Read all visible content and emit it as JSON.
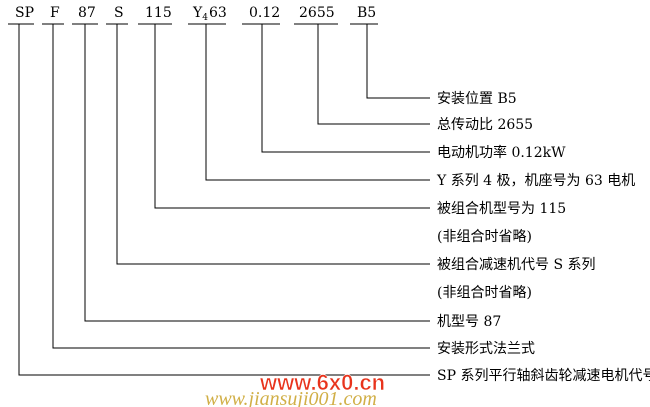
{
  "codes": [
    {
      "text": "SP"
    },
    {
      "text": "F"
    },
    {
      "text": "87"
    },
    {
      "text": "S"
    },
    {
      "text": "115"
    },
    {
      "text": "Y",
      "sub": "4",
      "after": "63"
    },
    {
      "text": "0.12"
    },
    {
      "text": "2655"
    },
    {
      "text": "B5"
    }
  ],
  "labels": [
    "安装位置 B5",
    "总传动比 2655",
    "电动机功率 0.12kW",
    "Y 系列 4 极，机座号为 63 电机",
    "被组合机型号为 115",
    "(非组合时省略)",
    "被组合减速机代号 S 系列",
    "(非组合时省略)",
    "机型号 87",
    "安装形式法兰式",
    "SP 系列平行轴斜齿轮减速电机代号"
  ],
  "watermark": {
    "site": "www.6x0.cn",
    "domain": "www.jiansuji001.com",
    "site_color": "#e8331c",
    "domain_color": "#c9a227"
  },
  "colors": {
    "line": "#000000",
    "text": "#000000"
  }
}
